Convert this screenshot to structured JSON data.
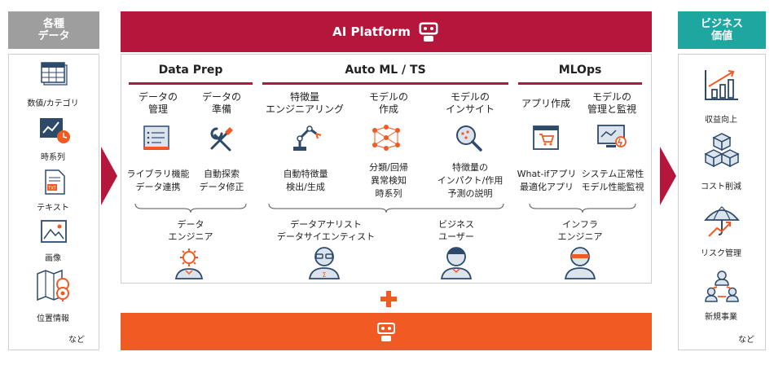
{
  "inputs": {
    "title": "各種\nデータ",
    "items": [
      {
        "label": "数値/カテゴリ",
        "icon": "table-icon"
      },
      {
        "label": "時系列",
        "icon": "timeseries-icon"
      },
      {
        "label": "テキスト",
        "icon": "text-document-icon"
      },
      {
        "label": "画像",
        "icon": "image-icon"
      },
      {
        "label": "位置情報",
        "icon": "map-pin-icon"
      }
    ],
    "etc": "など"
  },
  "platform": {
    "title": "AI Platform"
  },
  "sections": [
    {
      "title": "Data Prep"
    },
    {
      "title": "Auto ML / TS"
    },
    {
      "title": "MLOps"
    }
  ],
  "items": [
    {
      "title": "データの\n管理",
      "desc": "ライブラリ機能\nデータ連携",
      "icon": "data-list-icon"
    },
    {
      "title": "データの\n準備",
      "desc": "自動探索\nデータ修正",
      "icon": "tools-icon"
    },
    {
      "title": "特徴量\nエンジニアリング",
      "desc": "自動特徴量\n検出/生成",
      "icon": "robot-arm-icon"
    },
    {
      "title": "モデルの\n作成",
      "desc": "分類/回帰\n異常検知\n時系列",
      "icon": "neural-network-icon"
    },
    {
      "title": "モデルの\nインサイト",
      "desc": "特徴量の\nインパクト/作用\n予測の説明",
      "icon": "magnifier-icon"
    },
    {
      "title": "アプリ作成",
      "desc": "What-ifアプリ\n最適化アプリ",
      "icon": "app-cart-icon"
    },
    {
      "title": "モデルの\n管理と監視",
      "desc": "システム正常性\nモデル性能監視",
      "icon": "monitor-icon"
    }
  ],
  "roles": [
    {
      "label": "データ\nエンジニア",
      "icon": "engineer-gear-icon"
    },
    {
      "label": "データアナリスト\nデータサイエンティスト",
      "icon": "data-scientist-icon"
    },
    {
      "label": "ビジネス\nユーザー",
      "icon": "business-user-icon"
    },
    {
      "label": "インフラ\nエンジニア",
      "icon": "infra-engineer-icon"
    }
  ],
  "values": {
    "title": "ビジネス\n価値",
    "items": [
      {
        "label": "収益向上",
        "icon": "revenue-chart-icon"
      },
      {
        "label": "コスト削減",
        "icon": "boxes-icon"
      },
      {
        "label": "リスク管理",
        "icon": "umbrella-icon"
      },
      {
        "label": "新規事業",
        "icon": "people-network-icon"
      }
    ],
    "etc": "など"
  },
  "colors": {
    "primary": "#b5163c",
    "accent": "#f15a22",
    "teal": "#1ea7a0",
    "gray": "#9e9e9e",
    "icon": "#2e4a6b"
  }
}
